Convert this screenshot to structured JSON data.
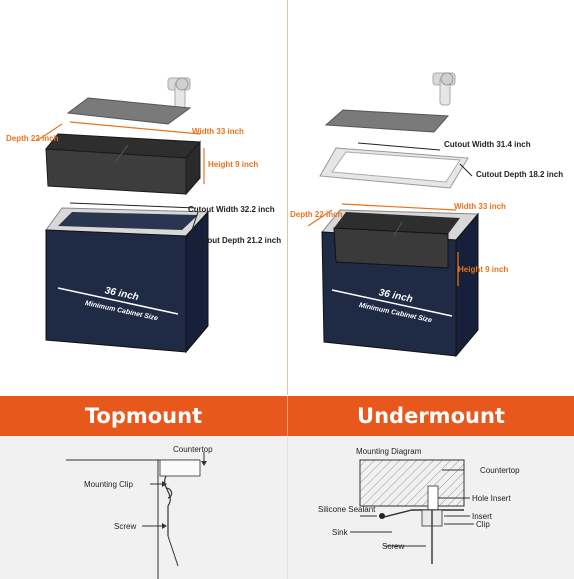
{
  "colors": {
    "accent": "#e8571b",
    "dimension_orange": "#e8731b",
    "cabinet_navy": "#1f2a44",
    "sink_dark": "#3b3b3b",
    "background": "#ffffff",
    "lower_panel": "#f1f1f1"
  },
  "left": {
    "dims": {
      "depth": "Depth 22 inch",
      "width": "Width 33 inch",
      "height": "Height 9 inch",
      "cutout_width": "Cutout Width 32.2 inch",
      "cutout_depth": "Cutout Depth 21.2 inch",
      "cabinet_width": "36 inch",
      "cabinet_label": "Minimum Cabinet Size"
    }
  },
  "right": {
    "dims": {
      "cutout_width": "Cutout Width 31.4 inch",
      "cutout_depth": "Cutout Depth 18.2 inch",
      "depth": "Depth 22 inch",
      "width": "Width 33 inch",
      "height": "Height 9 inch",
      "cabinet_width": "36 inch",
      "cabinet_label": "Minimum Cabinet Size"
    }
  },
  "banner": {
    "topmount": "Topmount",
    "undermount": "Undermount"
  },
  "topmount_diagram": {
    "countertop": "Countertop",
    "mounting_clip": "Mounting Clip",
    "screw": "Screw"
  },
  "undermount_diagram": {
    "title": "Mounting Diagram",
    "countertop": "Countertop",
    "hole_insert": "Hole Insert",
    "silicone_sealant": "Silicone Sealant",
    "insert": "Insert",
    "clip": "Clip",
    "sink": "Sink",
    "screw": "Screw"
  }
}
